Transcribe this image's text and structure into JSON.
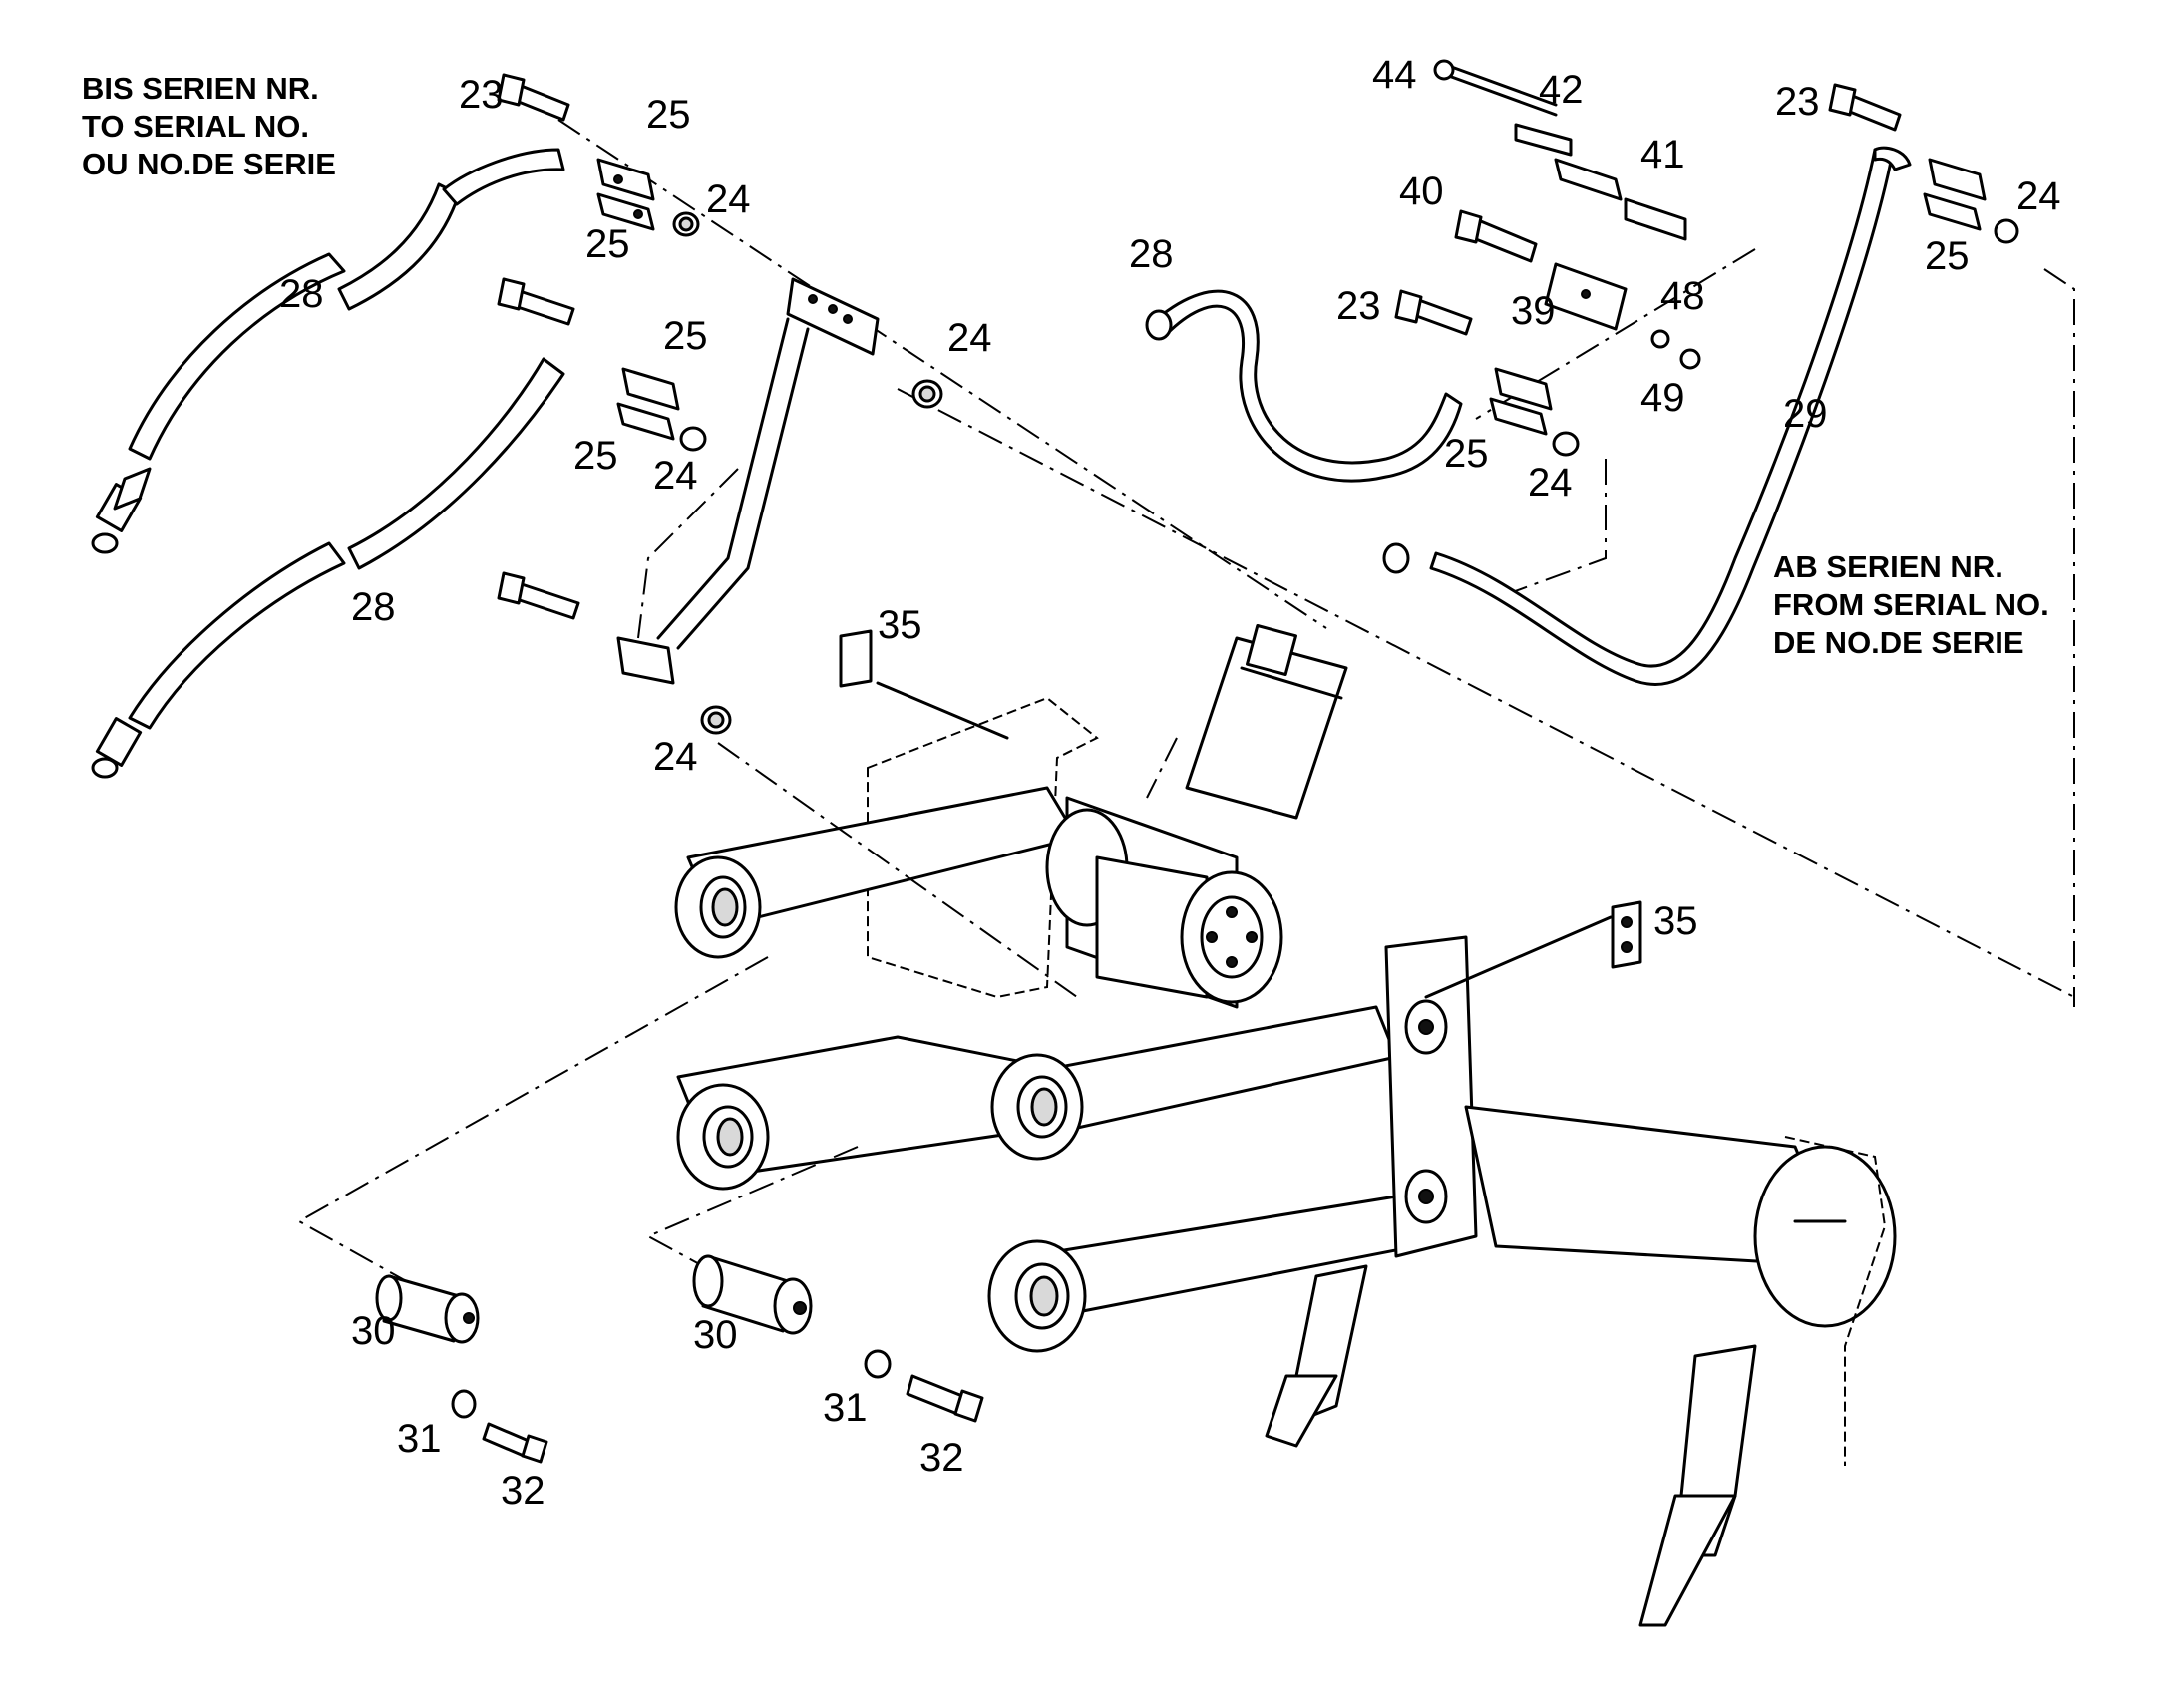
{
  "notes": {
    "left": [
      "BIS SERIEN NR.",
      "TO SERIAL NO.",
      "OU NO.DE SERIE"
    ],
    "right": [
      "AB SERIEN NR.",
      "FROM SERIAL NO.",
      "DE NO.DE SERIE"
    ]
  },
  "callouts": [
    {
      "id": "c23a",
      "text": "23"
    },
    {
      "id": "c25a",
      "text": "25"
    },
    {
      "id": "c24a",
      "text": "24"
    },
    {
      "id": "c25b",
      "text": "25"
    },
    {
      "id": "c28a",
      "text": "28"
    },
    {
      "id": "c25c",
      "text": "25"
    },
    {
      "id": "c24b",
      "text": "24"
    },
    {
      "id": "c25d",
      "text": "25"
    },
    {
      "id": "c24c",
      "text": "24"
    },
    {
      "id": "c28b",
      "text": "28"
    },
    {
      "id": "c35a",
      "text": "35"
    },
    {
      "id": "c24d",
      "text": "24"
    },
    {
      "id": "c44",
      "text": "44"
    },
    {
      "id": "c42",
      "text": "42"
    },
    {
      "id": "c41",
      "text": "41"
    },
    {
      "id": "c40",
      "text": "40"
    },
    {
      "id": "c28c",
      "text": "28"
    },
    {
      "id": "c23b",
      "text": "23"
    },
    {
      "id": "c39",
      "text": "39"
    },
    {
      "id": "c48",
      "text": "48"
    },
    {
      "id": "c49",
      "text": "49"
    },
    {
      "id": "c25e",
      "text": "25"
    },
    {
      "id": "c24e",
      "text": "24"
    },
    {
      "id": "c23c",
      "text": "23"
    },
    {
      "id": "c24f",
      "text": "24"
    },
    {
      "id": "c25f",
      "text": "25"
    },
    {
      "id": "c29",
      "text": "29"
    },
    {
      "id": "c35b",
      "text": "35"
    },
    {
      "id": "c30a",
      "text": "30"
    },
    {
      "id": "c31a",
      "text": "31"
    },
    {
      "id": "c32a",
      "text": "32"
    },
    {
      "id": "c30b",
      "text": "30"
    },
    {
      "id": "c31b",
      "text": "31"
    },
    {
      "id": "c32b",
      "text": "32"
    }
  ]
}
